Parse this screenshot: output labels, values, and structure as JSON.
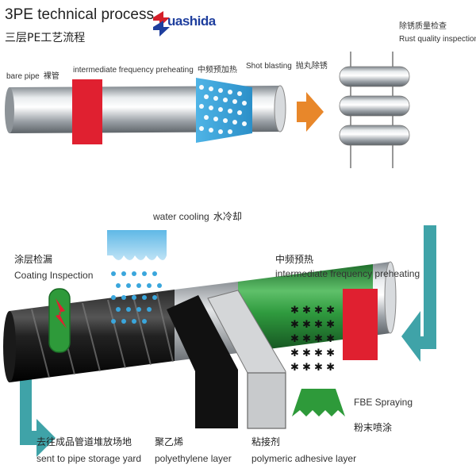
{
  "header": {
    "title_en": "3PE technical process",
    "title_cn": "三层PE工艺流程",
    "logo_text": "uashida"
  },
  "steps_top": {
    "bare_pipe_en": "bare pipe",
    "bare_pipe_cn": "裸管",
    "preheat_en": "intermediate frequency preheating",
    "preheat_cn": "中频预加热",
    "shot_en": "Shot blasting",
    "shot_cn": "抛丸除锈",
    "rust_cn": "除锈质量检查",
    "rust_en": "Rust quality inspection"
  },
  "steps_bottom": {
    "water_en": "water cooling",
    "water_cn": "水冷却",
    "coating_cn": "涂层检漏",
    "coating_en": "Coating Inspection",
    "if_cn": "中频预热",
    "if_en": "intermediate frequency preheating",
    "fbe_en": "FBE Spraying",
    "fbe_cn": "粉末喷涂",
    "storage_cn": "去往成品管道堆放场地",
    "storage_en": "sent to pipe storage yard",
    "pe_cn": "聚乙烯",
    "pe_en": "polyethylene layer",
    "adh_cn": "粘接剂",
    "adh_en": "polymeric adhesive layer"
  },
  "colors": {
    "heater_red": "#e02030",
    "blast_blue": "#3aa6dc",
    "arrow_orange": "#e8872a",
    "teal": "#3fa3a8",
    "fbe_green": "#2e9a3a",
    "logo_blue": "#1f3f9e",
    "logo_red": "#d41f2a"
  }
}
